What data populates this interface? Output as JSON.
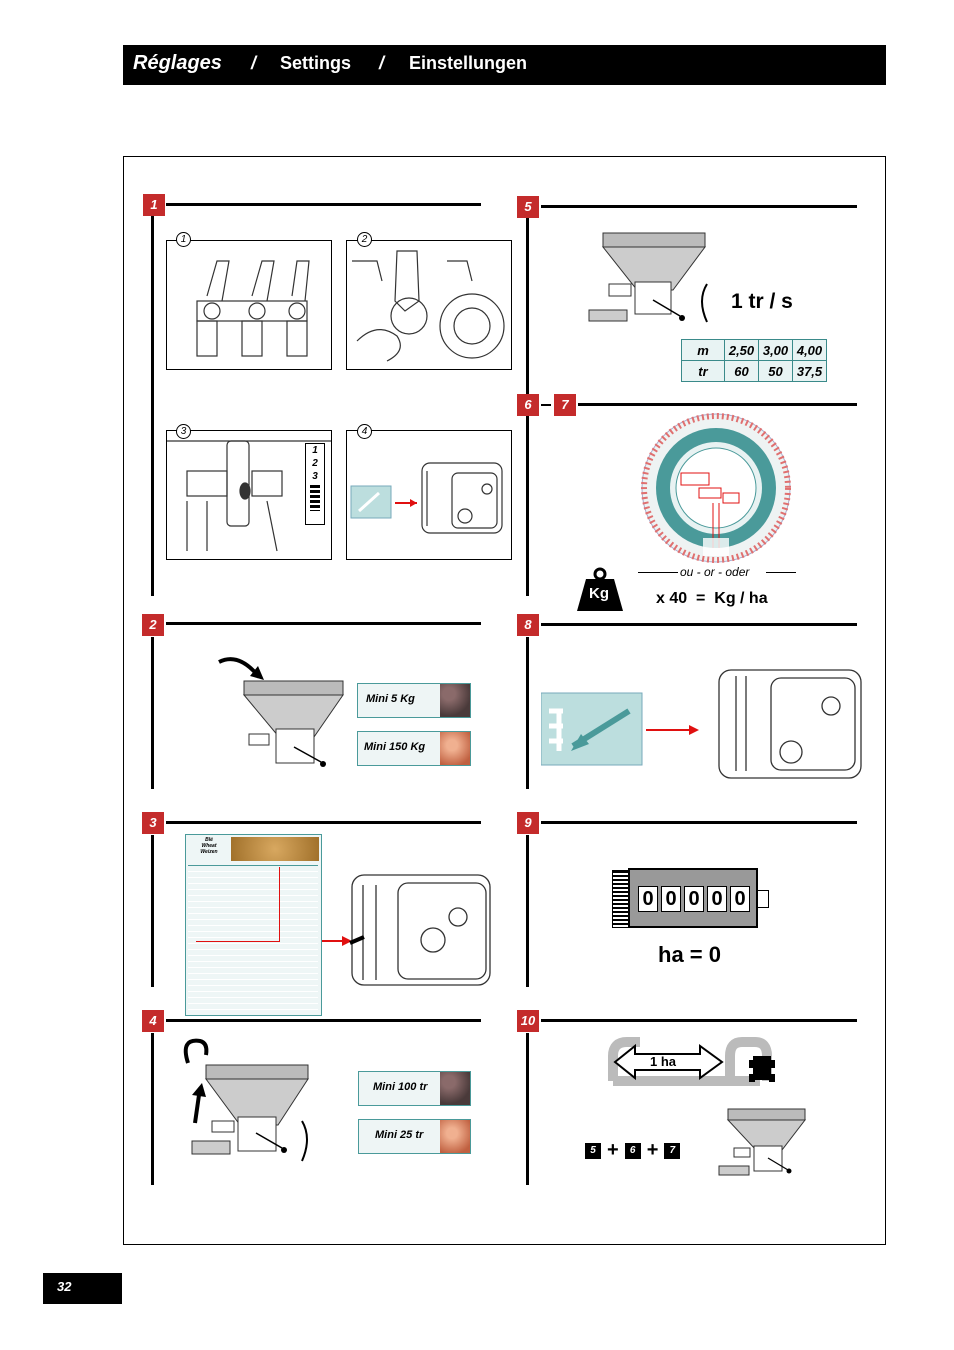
{
  "header": {
    "fr": "Réglages",
    "sep1": "/",
    "en": "Settings",
    "sep2": "/",
    "de": "Einstellungen"
  },
  "steps": {
    "s1": "1",
    "s2": "2",
    "s3": "3",
    "s4": "4",
    "s5": "5",
    "s6": "6",
    "s7": "7",
    "s8": "8",
    "s9": "9",
    "s10": "10"
  },
  "step1": {
    "sub1": "1",
    "sub2": "2",
    "sub3": "3",
    "sub4": "4",
    "scale": [
      "1",
      "2",
      "3"
    ]
  },
  "step2": {
    "tag1": "Mini 5 Kg",
    "tag2": "Mini 150 Kg"
  },
  "step3": {
    "chart_title": [
      "Blé",
      "Wheat",
      "Weizen"
    ]
  },
  "step4": {
    "tag1": "Mini 100 tr",
    "tag2": "Mini 25 tr"
  },
  "step5": {
    "rate": "1 tr / s",
    "table": [
      [
        "m",
        "2,50",
        "3,00",
        "4,00"
      ],
      [
        "tr",
        "60",
        "50",
        "37,5"
      ]
    ]
  },
  "step67": {
    "or": "ou - or - oder",
    "formula": "x 40  =  Kg / ha",
    "weight": "Kg"
  },
  "step9": {
    "counter": [
      "0",
      "0",
      "0",
      "0",
      "0"
    ],
    "result": "ha = 0"
  },
  "step10": {
    "area": "1 ha",
    "ref": [
      "5",
      "6",
      "7"
    ],
    "plus": "+"
  },
  "page_number": "32",
  "colors": {
    "accent": "#c42b2b",
    "teal": "#3a8a8a",
    "arrow": "#e01010"
  }
}
